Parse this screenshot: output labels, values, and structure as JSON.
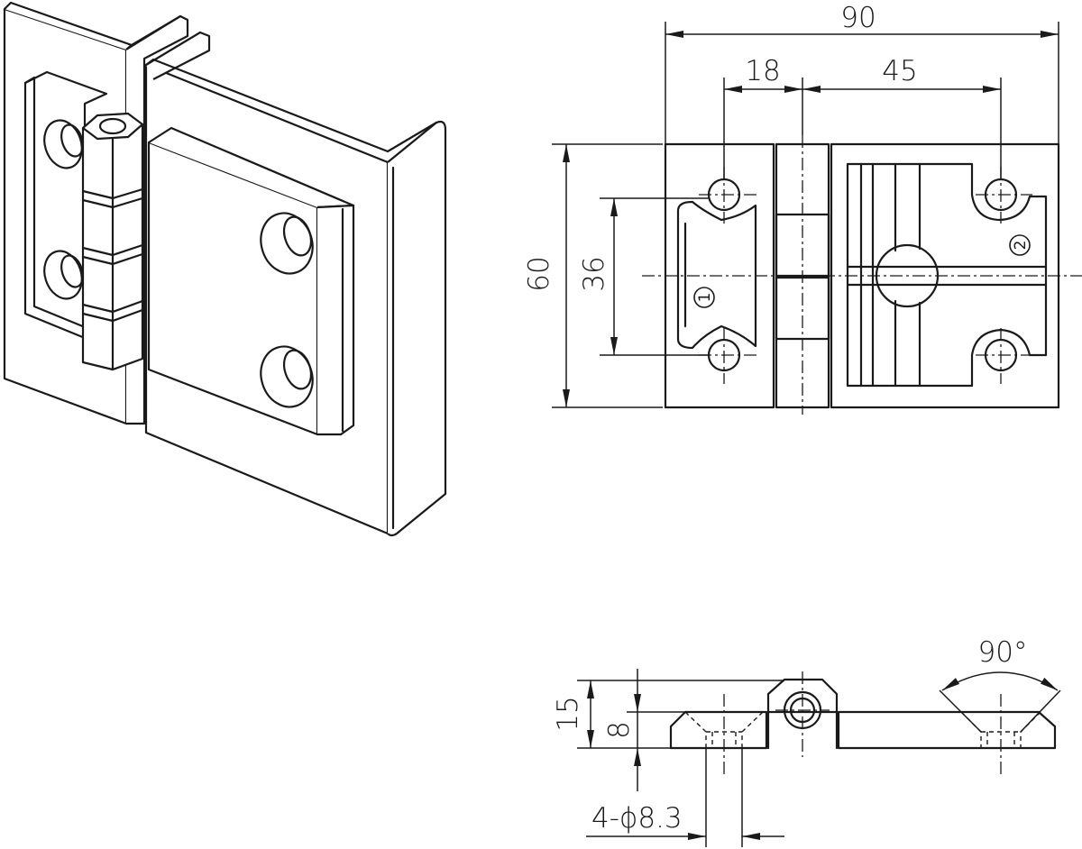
{
  "dimensions": {
    "overall_width": "90",
    "left_hole_offset": "18",
    "right_hole_offset": "45",
    "overall_height": "60",
    "hole_spacing": "36",
    "side_total_height": "15",
    "side_plate_thickness": "8",
    "hole_callout": "4-ϕ8.3",
    "countersink_angle": "90°"
  },
  "part_markers": {
    "leaf_one": "1",
    "leaf_two": "2"
  },
  "colors": {
    "line": "#1a1a1a",
    "background": "#ffffff"
  }
}
